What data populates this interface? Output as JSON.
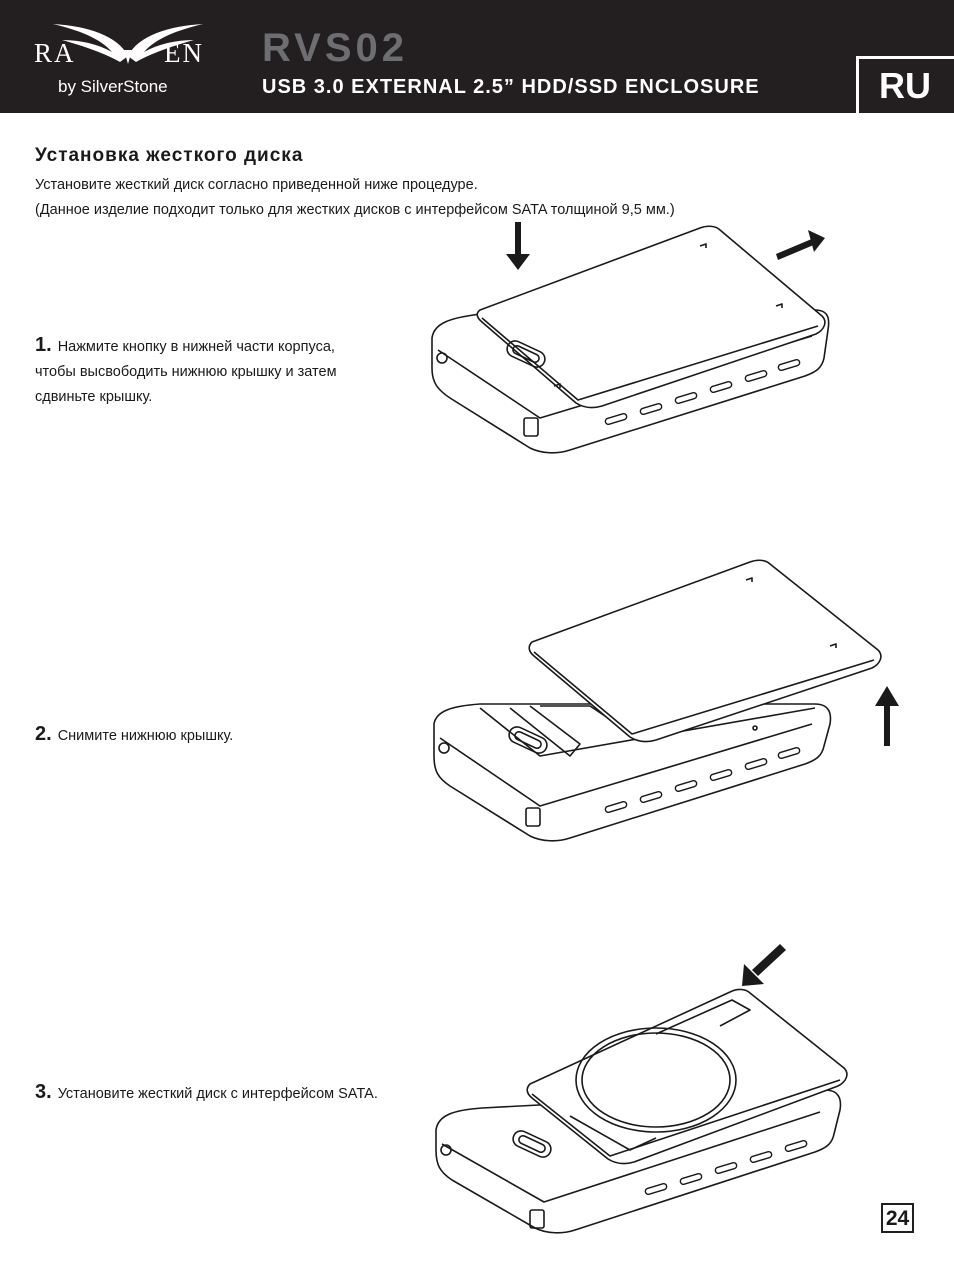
{
  "header": {
    "logo_left": "RA",
    "logo_right": "EN",
    "logo_sub": "by SilverStone",
    "model": "RVS02",
    "subtitle": "USB 3.0 EXTERNAL 2.5” HDD/SSD ENCLOSURE",
    "lang": "RU"
  },
  "section": {
    "title": "Установка жесткого диска",
    "intro_1": "Установите жесткий диск согласно приведенной ниже процедуре.",
    "intro_2": "(Данное изделие подходит только для жестких дисков с интерфейсом SATA толщиной 9,5 мм.)"
  },
  "steps": [
    {
      "num": "1.",
      "lines": [
        "Нажмите кнопку в нижней части корпуса,",
        "чтобы высвободить нижнюю крышку и затем",
        "сдвиньте крышку."
      ]
    },
    {
      "num": "2.",
      "lines": [
        "Снимите нижнюю крышку."
      ]
    },
    {
      "num": "3.",
      "lines": [
        "Установите жесткий диск с интерфейсом SATA."
      ]
    }
  ],
  "page_number": "24",
  "colors": {
    "header_bg": "#231f20",
    "model_gray": "#6d6e71"
  }
}
